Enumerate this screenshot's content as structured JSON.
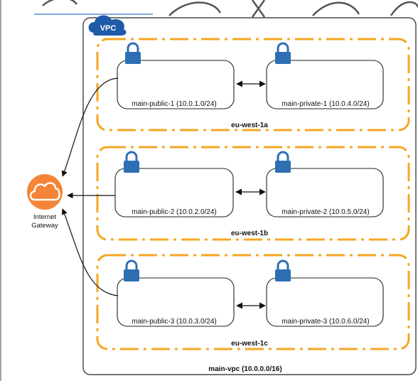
{
  "vpc": {
    "badge": "VPC",
    "name": "main-vpc (10.0.0.0/16)"
  },
  "gateway": {
    "label_line1": "Internet",
    "label_line2": "Gateway",
    "icon": "cloud-icon"
  },
  "zones": [
    {
      "name": "eu-west-1a",
      "public_subnet": "main-public-1 (10.0.1.0/24)",
      "private_subnet": "main-private-1 (10.0.4.0/24)"
    },
    {
      "name": "eu-west-1b",
      "public_subnet": "main-public-2 (10.0.2.0/24)",
      "private_subnet": "main-private-2 (10.0.5.0/24)"
    },
    {
      "name": "eu-west-1c",
      "public_subnet": "main-public-3 (10.0.3.0/24)",
      "private_subnet": "main-private-3 (10.0.6.0/24)"
    }
  ],
  "colors": {
    "zone_border": "#F5A623",
    "gateway": "#F58536",
    "lock": "#2E6FB3",
    "vpc_badge": "#1E5BA8"
  }
}
